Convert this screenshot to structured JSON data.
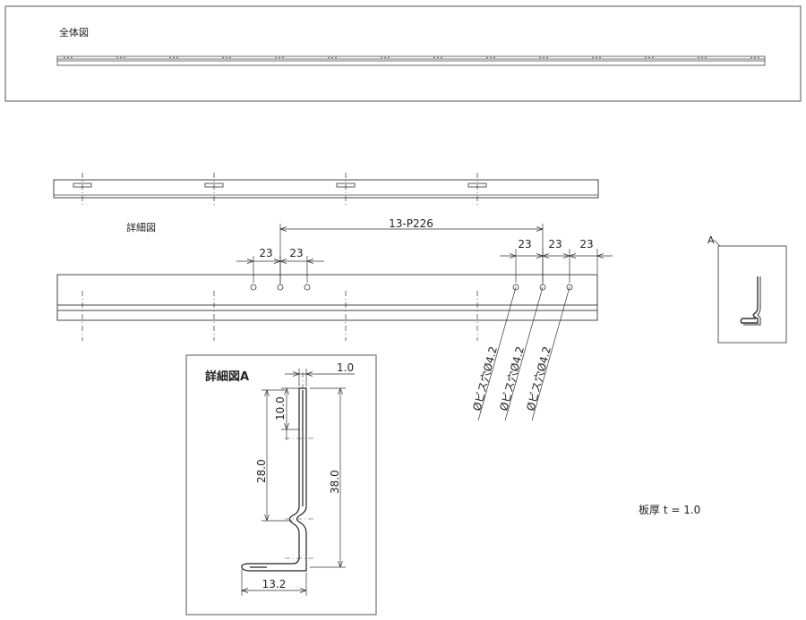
{
  "overall_view": {
    "title": "全体図"
  },
  "top_view": {},
  "detail_view": {
    "title": "詳細図",
    "pitch_label": "13-P226",
    "left_dims": [
      "23",
      "23"
    ],
    "right_dims": [
      "23",
      "23",
      "23"
    ],
    "hole_notes": [
      "Øビス穴Ø4.2",
      "Øビス穴Ø4.2",
      "Øビス穴Ø4.2"
    ]
  },
  "section_a": {
    "title": "A"
  },
  "detail_a": {
    "title": "詳細図A",
    "thickness_dim": "1.0",
    "dim_10": "10.0",
    "dim_28": "28.0",
    "dim_38": "38.0",
    "dim_13": "13.2"
  },
  "note": {
    "plate_thickness": "板厚 t  = 1.0"
  }
}
